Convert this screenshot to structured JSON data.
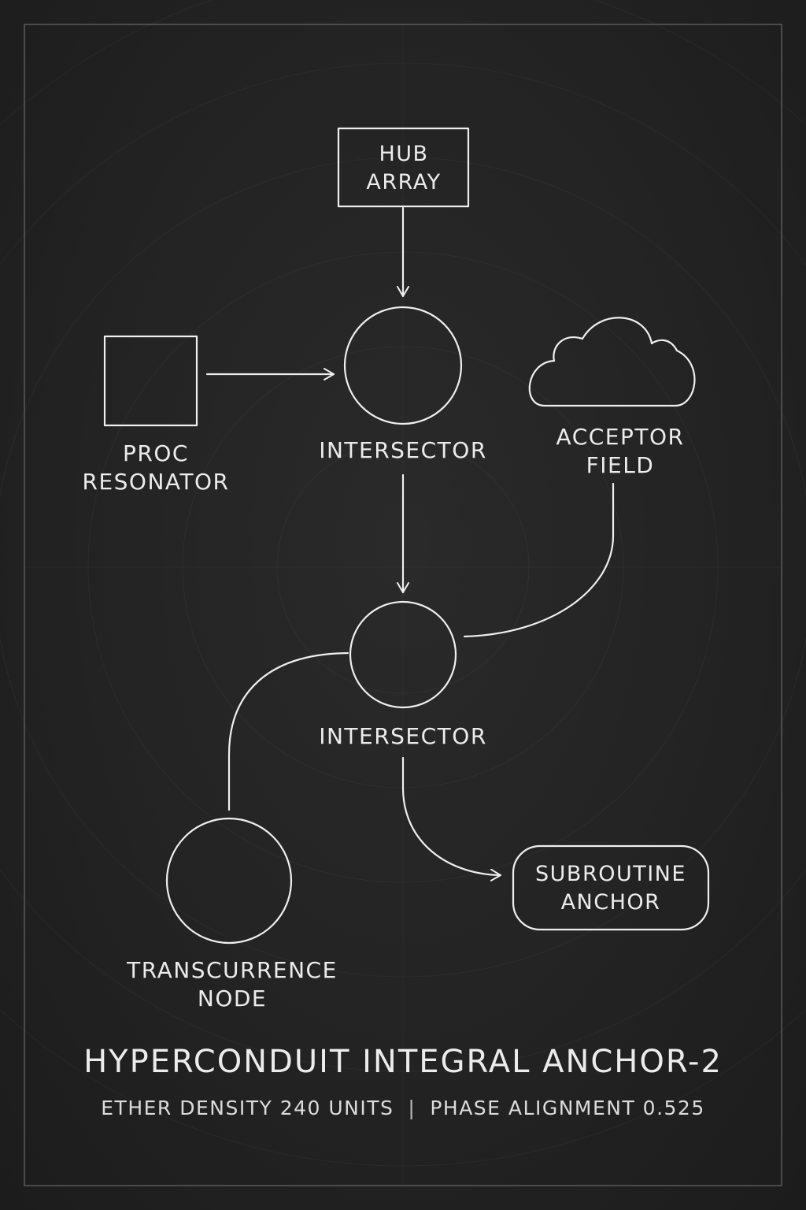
{
  "diagram": {
    "nodes": {
      "hub_array": {
        "line1": "HUB",
        "line2": "ARRAY"
      },
      "proc_resonator": {
        "line1": "PROC",
        "line2": "RESONATOR"
      },
      "intersector_1": {
        "label": "INTERSECTOR"
      },
      "acceptor_field": {
        "line1": "ACCEPTOR",
        "line2": "FIELD"
      },
      "intersector_2": {
        "label": "INTERSECTOR"
      },
      "subroutine_anchor": {
        "line1": "SUBROUTINE",
        "line2": "ANCHOR"
      },
      "transcurrence_node": {
        "line1": "TRANSCURRENCE",
        "line2": "NODE"
      }
    },
    "edges": [
      {
        "from": "hub_array",
        "to": "intersector_1"
      },
      {
        "from": "proc_resonator",
        "to": "intersector_1"
      },
      {
        "from": "intersector_1",
        "to": "intersector_2"
      },
      {
        "from": "acceptor_field",
        "to": "intersector_2"
      },
      {
        "from": "intersector_2",
        "to": "transcurrence_node"
      },
      {
        "from": "intersector_2",
        "to": "subroutine_anchor"
      }
    ]
  },
  "footer": {
    "title": "HYPERCONDUIT INTEGRAL ANCHOR-2",
    "metric_left": "ETHER DENSITY 240 UNITS",
    "separator": "|",
    "metric_right": "PHASE ALIGNMENT 0.525"
  },
  "colors": {
    "background": "#222222",
    "stroke": "#efefef",
    "frame": "#5a5a5a"
  }
}
